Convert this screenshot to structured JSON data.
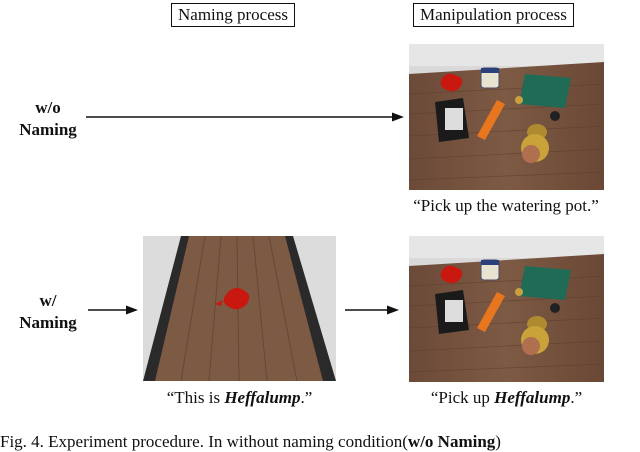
{
  "headers": {
    "naming": "Naming process",
    "manipulation": "Manipulation process"
  },
  "rows": {
    "without": {
      "line1": "w/o",
      "line2": "Naming"
    },
    "with": {
      "line1": "w/",
      "line2": "Naming"
    }
  },
  "captions": {
    "top_manipulation": "“Pick up the watering pot.”",
    "naming_pre": "“This is ",
    "naming_bold": "Heffalump",
    "naming_post": ".”",
    "manip_pre": "“Pick up ",
    "manip_bold": "Heffalump",
    "manip_post": ".”"
  },
  "figure_caption": {
    "prefix": "Fig. 4.   Experiment procedure. In without naming condition(",
    "bold": "w/o Naming",
    "suffix": ")"
  },
  "colors": {
    "table_wood": "#7a5641",
    "table_wood_dark": "#5a3c2c",
    "floor": "#dcdcdc",
    "object_red": "#c8180f",
    "mat_green": "#1f6b55"
  }
}
